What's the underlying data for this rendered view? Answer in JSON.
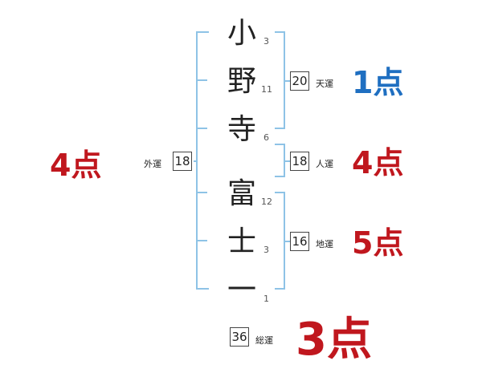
{
  "name_chars": [
    {
      "char": "小",
      "strokes": "3"
    },
    {
      "char": "野",
      "strokes": "11"
    },
    {
      "char": "寺",
      "strokes": "6"
    },
    {
      "char": "富",
      "strokes": "12"
    },
    {
      "char": "士",
      "strokes": "3"
    },
    {
      "char": "一",
      "strokes": "1"
    }
  ],
  "fortunes": {
    "tenkaku": {
      "label": "天運",
      "value": "20",
      "score": "1点"
    },
    "jinkaku": {
      "label": "人運",
      "value": "18",
      "score": "4点"
    },
    "chikaku": {
      "label": "地運",
      "value": "16",
      "score": "5点"
    },
    "gaikaku": {
      "label": "外運",
      "value": "18",
      "score": "4点"
    },
    "soukaku": {
      "label": "総運",
      "value": "36",
      "score": "3点"
    }
  },
  "colors": {
    "bracket": "#8ec3e6",
    "score_blue": "#1f6fc1",
    "score_red": "#c0171e"
  }
}
